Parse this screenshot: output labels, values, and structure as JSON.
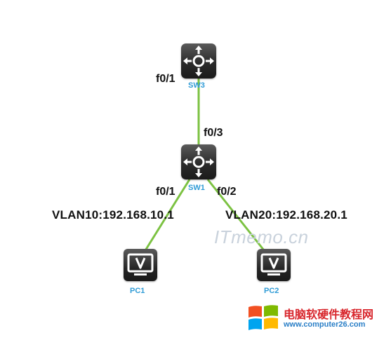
{
  "diagram": {
    "devices": {
      "sw3": {
        "label": "SW3",
        "icon": "layer3-switch-icon"
      },
      "sw1": {
        "label": "SW1",
        "icon": "layer3-switch-icon"
      },
      "pc1": {
        "label": "PC1",
        "icon": "pc-monitor-icon"
      },
      "pc2": {
        "label": "PC2",
        "icon": "pc-monitor-icon"
      }
    },
    "ports": {
      "sw3_f01": "f0/1",
      "sw1_f03": "f0/3",
      "sw1_f01": "f0/1",
      "sw1_f02": "f0/2"
    },
    "vlans": {
      "vlan10": "VLAN10:192.168.10.1",
      "vlan20": "VLAN20:192.168.20.1"
    },
    "link_color": "#7cc242",
    "label_color": "#2f9bd6"
  },
  "watermark": {
    "text": "ITmemo.cn"
  },
  "brand": {
    "title": "电脑软硬件教程网",
    "url": "www.computer26.com",
    "logo": "windows-logo-icon"
  }
}
